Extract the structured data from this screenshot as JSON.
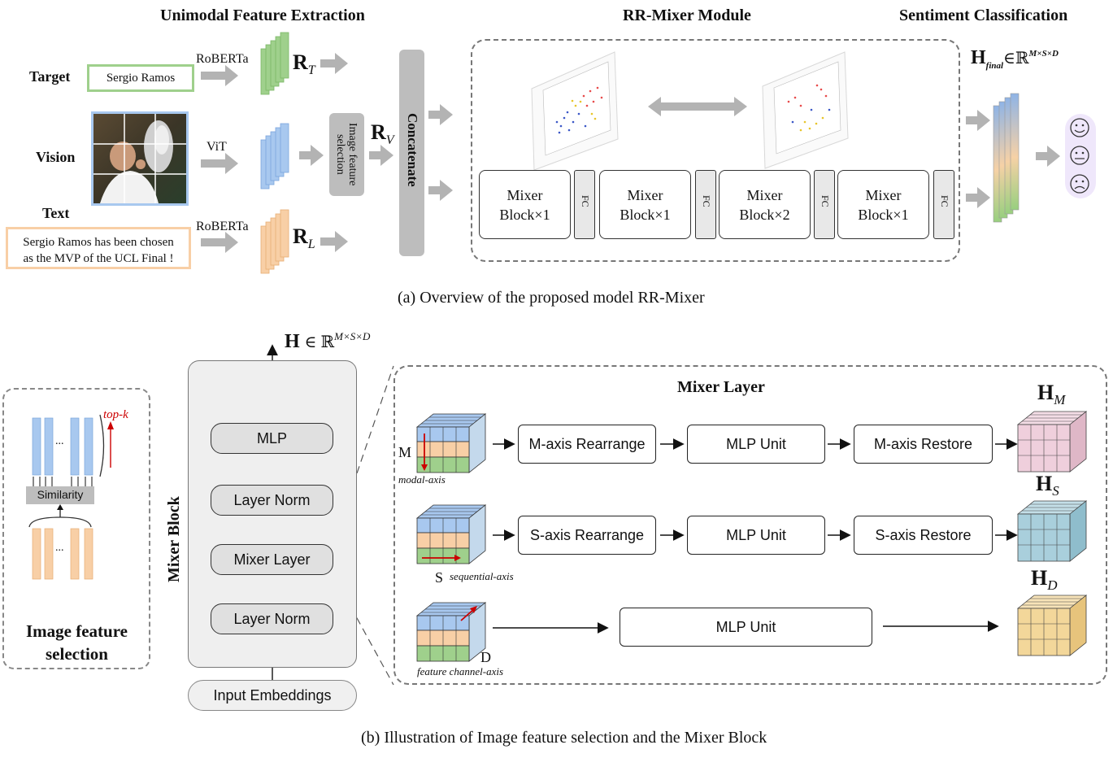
{
  "top": {
    "titles": {
      "unimodal": "Unimodal Feature Extraction",
      "rrmixer": "RR-Mixer Module",
      "sentiment": "Sentiment Classification"
    },
    "modalities": {
      "target": "Target",
      "vision": "Vision",
      "text": "Text"
    },
    "target_text": "Sergio Ramos",
    "text_line1": "Sergio Ramos  has been chosen",
    "text_line2": "as the MVP of the UCL Final !",
    "encoders": {
      "target": "RoBERTa",
      "vision": "ViT",
      "text": "RoBERTa"
    },
    "rep": {
      "R": "R",
      "T": "T",
      "V": "V",
      "L": "L"
    },
    "image_feature_selection": "Image feature selection",
    "concatenate": "Concatenate",
    "mixer_blocks": [
      {
        "line1": "Mixer",
        "line2": "Block×1"
      },
      {
        "line1": "Mixer",
        "line2": "Block×1"
      },
      {
        "line1": "Mixer",
        "line2": "Block×2"
      },
      {
        "line1": "Mixer",
        "line2": "Block×1"
      }
    ],
    "fc": "FC",
    "h_final": "H",
    "h_final_sub": "final",
    "h_final_space": "∈ℝ",
    "h_final_sup": "M×S×D",
    "caption": "(a) Overview of the proposed model RR-Mixer"
  },
  "bottom": {
    "ifs": {
      "top_k": "top-k",
      "dots": "...",
      "similarity": "Similarity",
      "title_line1": "Image feature",
      "title_line2": "selection"
    },
    "mixer_block": {
      "side_label": "Mixer Block",
      "h_label": "H",
      "h_in": "∈ ℝ",
      "h_sup": "M×S×D",
      "mlp": "MLP",
      "layer_norm_top": "Layer Norm",
      "mixer_layer": "Mixer Layer",
      "layer_norm_bottom": "Layer Norm",
      "input": "Input Embeddings"
    },
    "mixer_layer": {
      "title": "Mixer Layer",
      "row_m": {
        "axis_letter": "M",
        "axis_label": "modal-axis",
        "rearrange": "M-axis Rearrange",
        "mlp": "MLP Unit",
        "restore": "M-axis Restore",
        "out_H": "H",
        "out_sub": "M"
      },
      "row_s": {
        "axis_letter": "S",
        "axis_label": "sequential-axis",
        "rearrange": "S-axis Rearrange",
        "mlp": "MLP Unit",
        "restore": "S-axis Restore",
        "out_H": "H",
        "out_sub": "S"
      },
      "row_d": {
        "axis_letter": "D",
        "axis_label": "feature channel-axis",
        "mlp": "MLP Unit",
        "out_H": "H",
        "out_sub": "D"
      }
    },
    "caption": "(b) Illustration of Image feature selection and the Mixer Block"
  },
  "colors": {
    "green": "#9fd08c",
    "orange": "#f8cfa6",
    "blue": "#a8c8ef",
    "gray_arrow": "#b3b3b3",
    "pink_cube": "#efcfdc",
    "teal_cube": "#a9cfdc",
    "gold_cube": "#f3d79a",
    "face": "#b9a2db"
  }
}
